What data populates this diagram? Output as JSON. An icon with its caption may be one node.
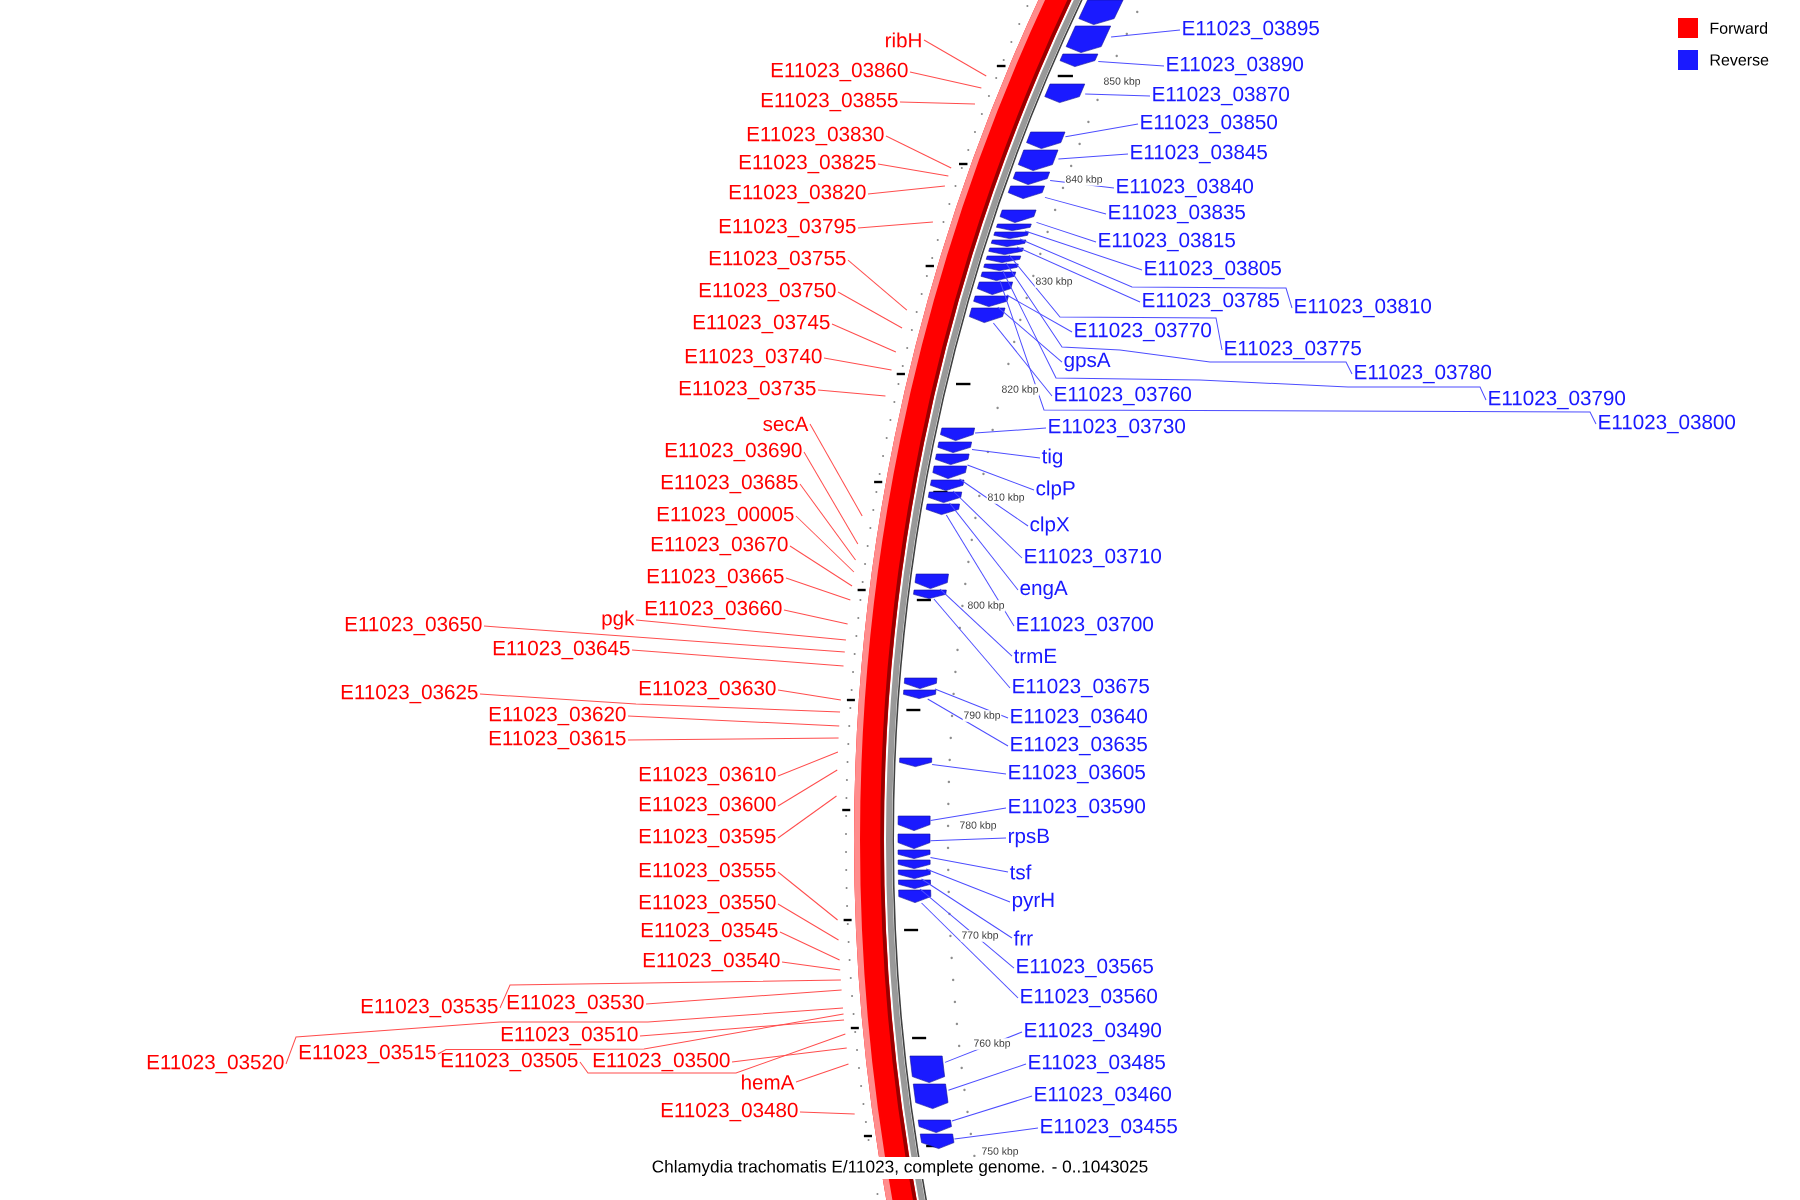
{
  "diagram": {
    "caption": "Chlamydia trachomatis E/11023, complete genome. - 0..1043025",
    "nodes": [
      {
        "text": [
          "ribH"
        ]
      },
      {
        "text": [
          "E11023_03860"
        ]
      },
      {
        "text": [
          "E11023_03855"
        ]
      },
      {
        "text": [
          "E11023_03830"
        ]
      },
      {
        "text": [
          "E11023_03825"
        ]
      },
      {
        "text": [
          "E11023_03820"
        ]
      },
      {
        "text": [
          "E11023_03795"
        ]
      },
      {
        "text": [
          "E11023_03755"
        ]
      },
      {
        "text": [
          "E11023_03750"
        ]
      },
      {
        "text": [
          "E11023_03745"
        ]
      },
      {
        "text": [
          "E11023_03740"
        ]
      },
      {
        "text": [
          "E11023_03735"
        ]
      },
      {
        "text": [
          "secA"
        ]
      },
      {
        "text": [
          "E11023_03690"
        ]
      },
      {
        "text": [
          "E11023_03685"
        ]
      },
      {
        "text": [
          "E11023_00005"
        ]
      },
      {
        "text": [
          "E11023_03670"
        ]
      },
      {
        "text": [
          "E11023_03665"
        ]
      },
      {
        "text": [
          "E11023_03660"
        ]
      },
      {
        "text": [
          "pgk"
        ]
      },
      {
        "text": [
          "E11023_03650"
        ]
      },
      {
        "text": [
          "E11023_03645"
        ]
      },
      {
        "text": [
          "E11023_03630"
        ]
      },
      {
        "text": [
          "E11023_03625"
        ]
      },
      {
        "text": [
          "E11023_03620"
        ]
      },
      {
        "text": [
          "E11023_03615"
        ]
      },
      {
        "text": [
          "E11023_03610"
        ]
      },
      {
        "text": [
          "E11023_03600"
        ]
      },
      {
        "text": [
          "E11023_03595"
        ]
      },
      {
        "text": [
          "E11023_03555"
        ]
      },
      {
        "text": [
          "E11023_03550"
        ]
      },
      {
        "text": [
          "E11023_03545"
        ]
      },
      {
        "text": [
          "E11023_03540"
        ]
      },
      {
        "text": [
          "E11023_03535"
        ]
      },
      {
        "text": [
          "E11023_03530"
        ]
      },
      {
        "text": [
          "E11023_03510"
        ]
      },
      {
        "text": [
          "E11023_03520"
        ]
      },
      {
        "text": [
          "E11023_03515"
        ]
      },
      {
        "text": [
          "E11023_03505"
        ]
      },
      {
        "text": [
          "E11023_03500"
        ]
      },
      {
        "text": [
          "hemA"
        ]
      },
      {
        "text": [
          "E11023_03480"
        ]
      },
      {
        "text": [
          "E11023_03895"
        ]
      },
      {
        "text": [
          "E11023_03890"
        ]
      },
      {
        "text": [
          "E11023_03870"
        ]
      },
      {
        "text": [
          "E11023_03850"
        ]
      },
      {
        "text": [
          "E11023_03845"
        ]
      },
      {
        "text": [
          "E11023_03840"
        ]
      },
      {
        "text": [
          "E11023_03835"
        ]
      },
      {
        "text": [
          "E11023_03815"
        ]
      },
      {
        "text": [
          "E11023_03805"
        ]
      },
      {
        "text": [
          "E11023_03785"
        ]
      },
      {
        "text": [
          "E11023_03810"
        ]
      },
      {
        "text": [
          "E11023_03770"
        ]
      },
      {
        "text": [
          "E11023_03775"
        ]
      },
      {
        "text": [
          "gpsA"
        ]
      },
      {
        "text": [
          "E11023_03780"
        ]
      },
      {
        "text": [
          "E11023_03760"
        ]
      },
      {
        "text": [
          "E11023_03790"
        ]
      },
      {
        "text": [
          "E11023_03800"
        ]
      },
      {
        "text": [
          "E11023_03730"
        ]
      },
      {
        "text": [
          "tig"
        ]
      },
      {
        "text": [
          "clpP"
        ]
      },
      {
        "text": [
          "clpX"
        ]
      },
      {
        "text": [
          "E11023_03710"
        ]
      },
      {
        "text": [
          "engA"
        ]
      },
      {
        "text": [
          "E11023_03700"
        ]
      },
      {
        "text": [
          "trmE"
        ]
      },
      {
        "text": [
          "E11023_03675"
        ]
      },
      {
        "text": [
          "E11023_03640"
        ]
      },
      {
        "text": [
          "E11023_03635"
        ]
      },
      {
        "text": [
          "E11023_03605"
        ]
      },
      {
        "text": [
          "E11023_03590"
        ]
      },
      {
        "text": [
          "rpsB"
        ]
      },
      {
        "text": [
          "tsf"
        ]
      },
      {
        "text": [
          "pyrH"
        ]
      },
      {
        "text": [
          "frr"
        ]
      },
      {
        "text": [
          "E11023_03565"
        ]
      },
      {
        "text": [
          "E11023_03560"
        ]
      },
      {
        "text": [
          "E11023_03490"
        ]
      },
      {
        "text": [
          "E11023_03485"
        ]
      },
      {
        "text": [
          "E11023_03460"
        ]
      },
      {
        "text": [
          "E11023_03455"
        ]
      },
      {
        "text": [],
        "shape": "arrow"
      },
      {
        "text": [],
        "shape": "arrow"
      },
      {
        "text": [],
        "shape": "arrow"
      },
      {
        "text": [],
        "shape": "arrow"
      },
      {
        "text": [],
        "shape": "arrow"
      },
      {
        "text": [],
        "shape": "arrow"
      },
      {
        "text": [],
        "shape": "arrow"
      },
      {
        "text": [],
        "shape": "arrow"
      },
      {
        "text": [],
        "shape": "arrow"
      },
      {
        "text": [],
        "shape": "arrow"
      },
      {
        "text": [],
        "shape": "arrow"
      },
      {
        "text": [],
        "shape": "arrow"
      },
      {
        "text": [],
        "shape": "arrow"
      },
      {
        "text": [],
        "shape": "arrow"
      },
      {
        "text": [],
        "shape": "arrow"
      },
      {
        "text": [],
        "shape": "arrow"
      },
      {
        "text": [],
        "shape": "arrow"
      },
      {
        "text": [],
        "shape": "arrow"
      },
      {
        "text": [],
        "shape": "arrow"
      },
      {
        "text": [],
        "shape": "arrow"
      },
      {
        "text": [],
        "shape": "arrow"
      },
      {
        "text": [],
        "shape": "arrow"
      },
      {
        "text": [],
        "shape": "arrow"
      },
      {
        "text": [],
        "shape": "arrow"
      },
      {
        "text": [],
        "shape": "arrow"
      },
      {
        "text": [],
        "shape": "arrow"
      },
      {
        "text": [],
        "shape": "arrow"
      },
      {
        "text": [],
        "shape": "arrow"
      },
      {
        "text": [],
        "shape": "arrow"
      },
      {
        "text": [],
        "shape": "arrow"
      },
      {
        "text": [],
        "shape": "arrow"
      },
      {
        "text": [],
        "shape": "arrow"
      },
      {
        "text": [],
        "shape": "arrow"
      },
      {
        "text": [],
        "shape": "arrow"
      },
      {
        "text": [],
        "shape": "arrow"
      },
      {
        "text": [],
        "shape": "arrow"
      },
      {
        "text": [],
        "shape": "arrow"
      },
      {
        "text": [],
        "shape": "arrow"
      },
      {
        "text": [],
        "shape": "arrow"
      },
      {
        "text": [],
        "shape": "arrow"
      },
      {
        "text": [],
        "shape": "arrow"
      },
      {
        "text": [],
        "shape": "arrow"
      }
    ],
    "edges": [
      {
        "from": 0,
        "to": null,
        "arrow": "none",
        "color": "#ff4d4d"
      },
      {
        "from": 1,
        "to": null,
        "arrow": "none",
        "color": "#ff4d4d"
      },
      {
        "from": 2,
        "to": null,
        "arrow": "none",
        "color": "#ff4d4d"
      },
      {
        "from": 3,
        "to": null,
        "arrow": "none",
        "color": "#ff4d4d"
      },
      {
        "from": 4,
        "to": null,
        "arrow": "none",
        "color": "#ff4d4d"
      },
      {
        "from": 5,
        "to": null,
        "arrow": "none",
        "color": "#ff4d4d"
      },
      {
        "from": 6,
        "to": null,
        "arrow": "none",
        "color": "#ff4d4d"
      },
      {
        "from": 7,
        "to": null,
        "arrow": "none",
        "color": "#ff4d4d"
      },
      {
        "from": 8,
        "to": null,
        "arrow": "none",
        "color": "#ff4d4d"
      },
      {
        "from": 9,
        "to": null,
        "arrow": "none",
        "color": "#ff4d4d"
      },
      {
        "from": 10,
        "to": null,
        "arrow": "none",
        "color": "#ff4d4d"
      },
      {
        "from": 11,
        "to": null,
        "arrow": "none",
        "color": "#ff4d4d"
      },
      {
        "from": 12,
        "to": null,
        "arrow": "none",
        "color": "#ff4d4d"
      },
      {
        "from": 13,
        "to": null,
        "arrow": "none",
        "color": "#ff4d4d"
      },
      {
        "from": 14,
        "to": null,
        "arrow": "none",
        "color": "#ff4d4d"
      },
      {
        "from": 15,
        "to": null,
        "arrow": "none",
        "color": "#ff4d4d"
      },
      {
        "from": 16,
        "to": null,
        "arrow": "none",
        "color": "#ff4d4d"
      },
      {
        "from": 17,
        "to": null,
        "arrow": "none",
        "color": "#ff4d4d"
      },
      {
        "from": 18,
        "to": null,
        "arrow": "none",
        "color": "#ff4d4d"
      },
      {
        "from": 19,
        "to": null,
        "arrow": "none",
        "color": "#ff4d4d"
      },
      {
        "from": 20,
        "to": null,
        "arrow": "none",
        "color": "#ff4d4d"
      },
      {
        "from": 21,
        "to": null,
        "arrow": "none",
        "color": "#ff4d4d"
      },
      {
        "from": 22,
        "to": null,
        "arrow": "none",
        "color": "#ff4d4d"
      },
      {
        "from": 23,
        "to": null,
        "arrow": "none",
        "color": "#ff4d4d"
      },
      {
        "from": 24,
        "to": null,
        "arrow": "none",
        "color": "#ff4d4d"
      },
      {
        "from": 25,
        "to": null,
        "arrow": "none",
        "color": "#ff4d4d"
      },
      {
        "from": 26,
        "to": null,
        "arrow": "none",
        "color": "#ff4d4d"
      },
      {
        "from": 27,
        "to": null,
        "arrow": "none",
        "color": "#ff4d4d"
      },
      {
        "from": 28,
        "to": null,
        "arrow": "none",
        "color": "#ff4d4d"
      },
      {
        "from": 29,
        "to": null,
        "arrow": "none",
        "color": "#ff4d4d"
      },
      {
        "from": 30,
        "to": null,
        "arrow": "none",
        "color": "#ff4d4d"
      },
      {
        "from": 31,
        "to": null,
        "arrow": "none",
        "color": "#ff4d4d"
      },
      {
        "from": 32,
        "to": null,
        "arrow": "none",
        "color": "#ff4d4d"
      },
      {
        "from": 33,
        "to": null,
        "arrow": "none",
        "color": "#ff4d4d"
      },
      {
        "from": 34,
        "to": null,
        "arrow": "none",
        "color": "#ff4d4d"
      },
      {
        "from": 35,
        "to": null,
        "arrow": "none",
        "color": "#ff4d4d"
      },
      {
        "from": 36,
        "to": null,
        "arrow": "none",
        "color": "#ff4d4d"
      },
      {
        "from": 37,
        "to": null,
        "arrow": "none",
        "color": "#ff4d4d"
      },
      {
        "from": 38,
        "to": null,
        "arrow": "none",
        "color": "#ff4d4d"
      },
      {
        "from": 39,
        "to": null,
        "arrow": "none",
        "color": "#ff4d4d"
      },
      {
        "from": 40,
        "to": null,
        "arrow": "none",
        "color": "#ff4d4d"
      },
      {
        "from": 41,
        "to": null,
        "arrow": "none",
        "color": "#ff4d4d"
      },
      {
        "from": 42,
        "to": 84,
        "arrow": "none",
        "color": "#4d4dff"
      },
      {
        "from": 43,
        "to": 85,
        "arrow": "none",
        "color": "#4d4dff"
      },
      {
        "from": 44,
        "to": 86,
        "arrow": "none",
        "color": "#4d4dff"
      },
      {
        "from": 45,
        "to": 87,
        "arrow": "none",
        "color": "#4d4dff"
      },
      {
        "from": 46,
        "to": 88,
        "arrow": "none",
        "color": "#4d4dff"
      },
      {
        "from": 47,
        "to": 89,
        "arrow": "none",
        "color": "#4d4dff"
      },
      {
        "from": 48,
        "to": 90,
        "arrow": "none",
        "color": "#4d4dff"
      },
      {
        "from": 49,
        "to": 91,
        "arrow": "none",
        "color": "#4d4dff"
      },
      {
        "from": 50,
        "to": 92,
        "arrow": "none",
        "color": "#4d4dff"
      },
      {
        "from": 51,
        "to": 94,
        "arrow": "none",
        "color": "#4d4dff"
      },
      {
        "from": 52,
        "to": 93,
        "arrow": "none",
        "color": "#4d4dff"
      },
      {
        "from": 53,
        "to": 99,
        "arrow": "none",
        "color": "#4d4dff"
      },
      {
        "from": 54,
        "to": 95,
        "arrow": "none",
        "color": "#4d4dff"
      },
      {
        "from": 55,
        "to": 100,
        "arrow": "none",
        "color": "#4d4dff"
      },
      {
        "from": 56,
        "to": 96,
        "arrow": "none",
        "color": "#4d4dff"
      },
      {
        "from": 57,
        "to": 101,
        "arrow": "none",
        "color": "#4d4dff"
      },
      {
        "from": 58,
        "to": 97,
        "arrow": "none",
        "color": "#4d4dff"
      },
      {
        "from": 59,
        "to": 98,
        "arrow": "none",
        "color": "#4d4dff"
      },
      {
        "from": 60,
        "to": 102,
        "arrow": "none",
        "color": "#4d4dff"
      },
      {
        "from": 61,
        "to": 103,
        "arrow": "none",
        "color": "#4d4dff"
      },
      {
        "from": 62,
        "to": 104,
        "arrow": "none",
        "color": "#4d4dff"
      },
      {
        "from": 63,
        "to": 105,
        "arrow": "none",
        "color": "#4d4dff"
      },
      {
        "from": 64,
        "to": 106,
        "arrow": "none",
        "color": "#4d4dff"
      },
      {
        "from": 65,
        "to": 107,
        "arrow": "none",
        "color": "#4d4dff"
      },
      {
        "from": 66,
        "to": 108,
        "arrow": "none",
        "color": "#4d4dff"
      },
      {
        "from": 67,
        "to": 109,
        "arrow": "none",
        "color": "#4d4dff"
      },
      {
        "from": 68,
        "to": 110,
        "arrow": "none",
        "color": "#4d4dff"
      },
      {
        "from": 69,
        "to": 111,
        "arrow": "none",
        "color": "#4d4dff"
      },
      {
        "from": 70,
        "to": 112,
        "arrow": "none",
        "color": "#4d4dff"
      },
      {
        "from": 71,
        "to": 113,
        "arrow": "none",
        "color": "#4d4dff"
      },
      {
        "from": 72,
        "to": 114,
        "arrow": "none",
        "color": "#4d4dff"
      },
      {
        "from": 73,
        "to": 115,
        "arrow": "none",
        "color": "#4d4dff"
      },
      {
        "from": 74,
        "to": 116,
        "arrow": "none",
        "color": "#4d4dff"
      },
      {
        "from": 75,
        "to": 117,
        "arrow": "none",
        "color": "#4d4dff"
      },
      {
        "from": 76,
        "to": 118,
        "arrow": "none",
        "color": "#4d4dff"
      },
      {
        "from": 77,
        "to": 119,
        "arrow": "none",
        "color": "#4d4dff"
      },
      {
        "from": 78,
        "to": 120,
        "arrow": "none",
        "color": "#4d4dff"
      },
      {
        "from": 79,
        "to": 121,
        "arrow": "none",
        "color": "#4d4dff"
      },
      {
        "from": 80,
        "to": 122,
        "arrow": "none",
        "color": "#4d4dff"
      },
      {
        "from": 81,
        "to": 123,
        "arrow": "none",
        "color": "#4d4dff"
      },
      {
        "from": 82,
        "to": 124,
        "arrow": "none",
        "color": "#4d4dff"
      }
    ],
    "labels": [
      "850 kbp",
      "840 kbp",
      "830 kbp",
      "820 kbp",
      "810 kbp",
      "800 kbp",
      "790 kbp",
      "780 kbp",
      "770 kbp",
      "760 kbp",
      "750 kbp"
    ],
    "legend": [
      {
        "text": "Forward",
        "color": "#ff0000"
      },
      {
        "text": "Reverse",
        "color": "#1a1aff"
      }
    ]
  }
}
